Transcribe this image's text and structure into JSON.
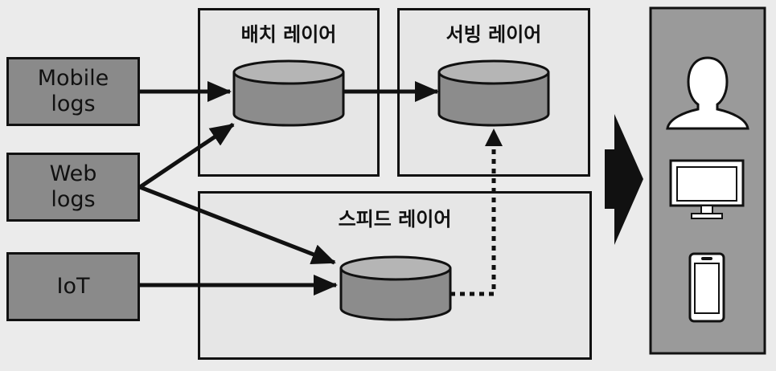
{
  "sources": [
    {
      "id": "mobile",
      "lines": [
        "Mobile",
        "logs"
      ]
    },
    {
      "id": "web",
      "lines": [
        "Web",
        "logs"
      ]
    },
    {
      "id": "iot",
      "lines": [
        "IoT"
      ]
    }
  ],
  "layers": {
    "batch": {
      "title": "배치 레이어"
    },
    "serving": {
      "title": "서빙 레이어"
    },
    "speed": {
      "title": "스피드 레이어"
    }
  },
  "consumers": [
    "user-icon",
    "monitor-icon",
    "smartphone-icon"
  ],
  "colors": {
    "background": "#ebebeb",
    "source_fill": "#8a8a8a",
    "layer_fill": "#e6e6e6",
    "cylinder_fill": "#8c8c8c",
    "panel_fill": "#9a9a9a",
    "stroke": "#111111"
  }
}
